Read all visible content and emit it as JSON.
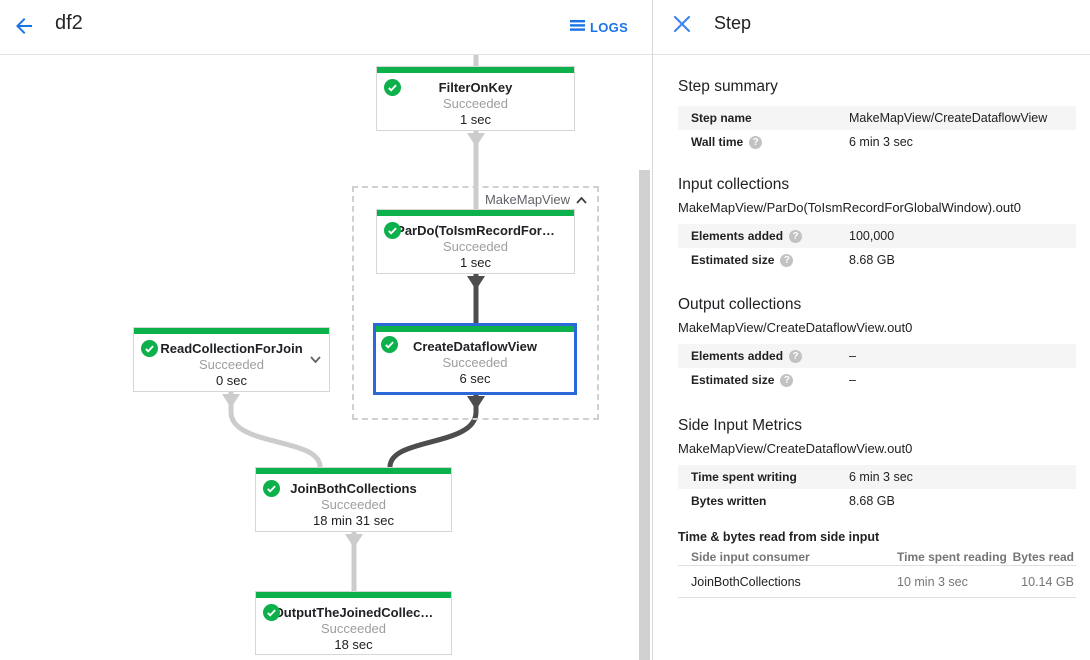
{
  "header": {
    "title": "df2",
    "logs_label": "LOGS"
  },
  "panel": {
    "title": "Step",
    "sections": {
      "step_summary": {
        "heading": "Step summary",
        "rows": [
          {
            "label": "Step name",
            "value": "MakeMapView/CreateDataflowView"
          },
          {
            "label": "Wall time",
            "value": "6 min 3 sec"
          }
        ]
      },
      "input_collections": {
        "heading": "Input collections",
        "collection": "MakeMapView/ParDo(ToIsmRecordForGlobalWindow).out0",
        "rows": [
          {
            "label": "Elements added",
            "value": "100,000"
          },
          {
            "label": "Estimated size",
            "value": "8.68 GB"
          }
        ]
      },
      "output_collections": {
        "heading": "Output collections",
        "collection": "MakeMapView/CreateDataflowView.out0",
        "rows": [
          {
            "label": "Elements added",
            "value": "–"
          },
          {
            "label": "Estimated size",
            "value": "–"
          }
        ]
      },
      "side_input_metrics": {
        "heading": "Side Input Metrics",
        "collection": "MakeMapView/CreateDataflowView.out0",
        "rows": [
          {
            "label": "Time spent writing",
            "value": "6 min 3 sec"
          },
          {
            "label": "Bytes written",
            "value": "8.68 GB"
          }
        ]
      },
      "side_input_table": {
        "heading": "Time & bytes read from side input",
        "columns": [
          "Side input consumer",
          "Time spent reading",
          "Bytes read"
        ],
        "rows": [
          [
            "JoinBothCollections",
            "10 min 3 sec",
            "10.14 GB"
          ]
        ]
      }
    }
  },
  "graph": {
    "group_label": "MakeMapView",
    "nodes": [
      {
        "title": "FilterOnKey",
        "status": "Succeeded",
        "time": "1 sec"
      },
      {
        "title": "ParDo(ToIsmRecordFor…",
        "status": "Succeeded",
        "time": "1 sec"
      },
      {
        "title": "CreateDataflowView",
        "status": "Succeeded",
        "time": "6 sec",
        "selected": true
      },
      {
        "title": "ReadCollectionForJoin",
        "status": "Succeeded",
        "time": "0 sec"
      },
      {
        "title": "JoinBothCollections",
        "status": "Succeeded",
        "time": "18 min 31 sec"
      },
      {
        "title": "OutputTheJoinedCollec…",
        "status": "Succeeded",
        "time": "18 sec"
      }
    ]
  },
  "colors": {
    "succeeded_green": "#0db14b",
    "selected_blue": "#2b69d8",
    "link_blue": "#1a73e8",
    "edge_light": "#cccccc",
    "edge_dark": "#4d4d4d"
  }
}
